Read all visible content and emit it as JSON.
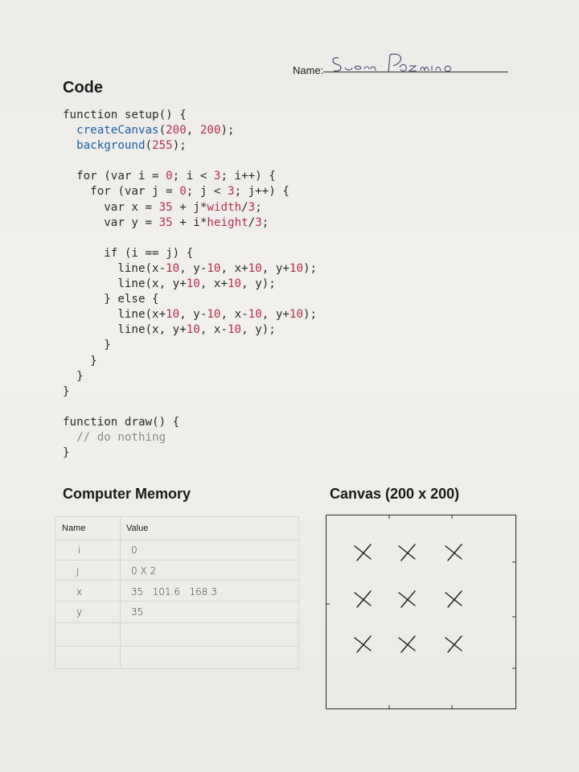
{
  "header": {
    "name_label": "Name:",
    "name_value": "Sean Pazmino"
  },
  "code": {
    "title": "Code",
    "lines": [
      "function setup() {",
      "  createCanvas(200, 200);",
      "  background(255);",
      "",
      "  for (var i = 0; i < 3; i++) {",
      "    for (var j = 0; j < 3; j++) {",
      "      var x = 35 + j*width/3;",
      "      var y = 35 + i*height/3;",
      "",
      "      if (i == j) {",
      "        line(x-10, y-10, x+10, y+10);",
      "        line(x, y+10, x+10, y);",
      "      } else {",
      "        line(x+10, y-10, x-10, y+10);",
      "        line(x, y+10, x-10, y);",
      "      }",
      "    }",
      "  }",
      "}",
      "",
      "function draw() {",
      "  // do nothing",
      "}"
    ]
  },
  "memory": {
    "title": "Computer Memory",
    "col_name": "Name",
    "col_value": "Value",
    "rows": [
      {
        "name": "i",
        "value": "0"
      },
      {
        "name": "j",
        "value": "0 X 2"
      },
      {
        "name": "x",
        "value": "35   101.6   168.3"
      },
      {
        "name": "y",
        "value": "35"
      }
    ]
  },
  "canvas": {
    "title": "Canvas (200 x 200)",
    "marks": [
      "X",
      "X",
      "X",
      "X",
      "X",
      "X",
      "X",
      "X",
      "X"
    ]
  }
}
